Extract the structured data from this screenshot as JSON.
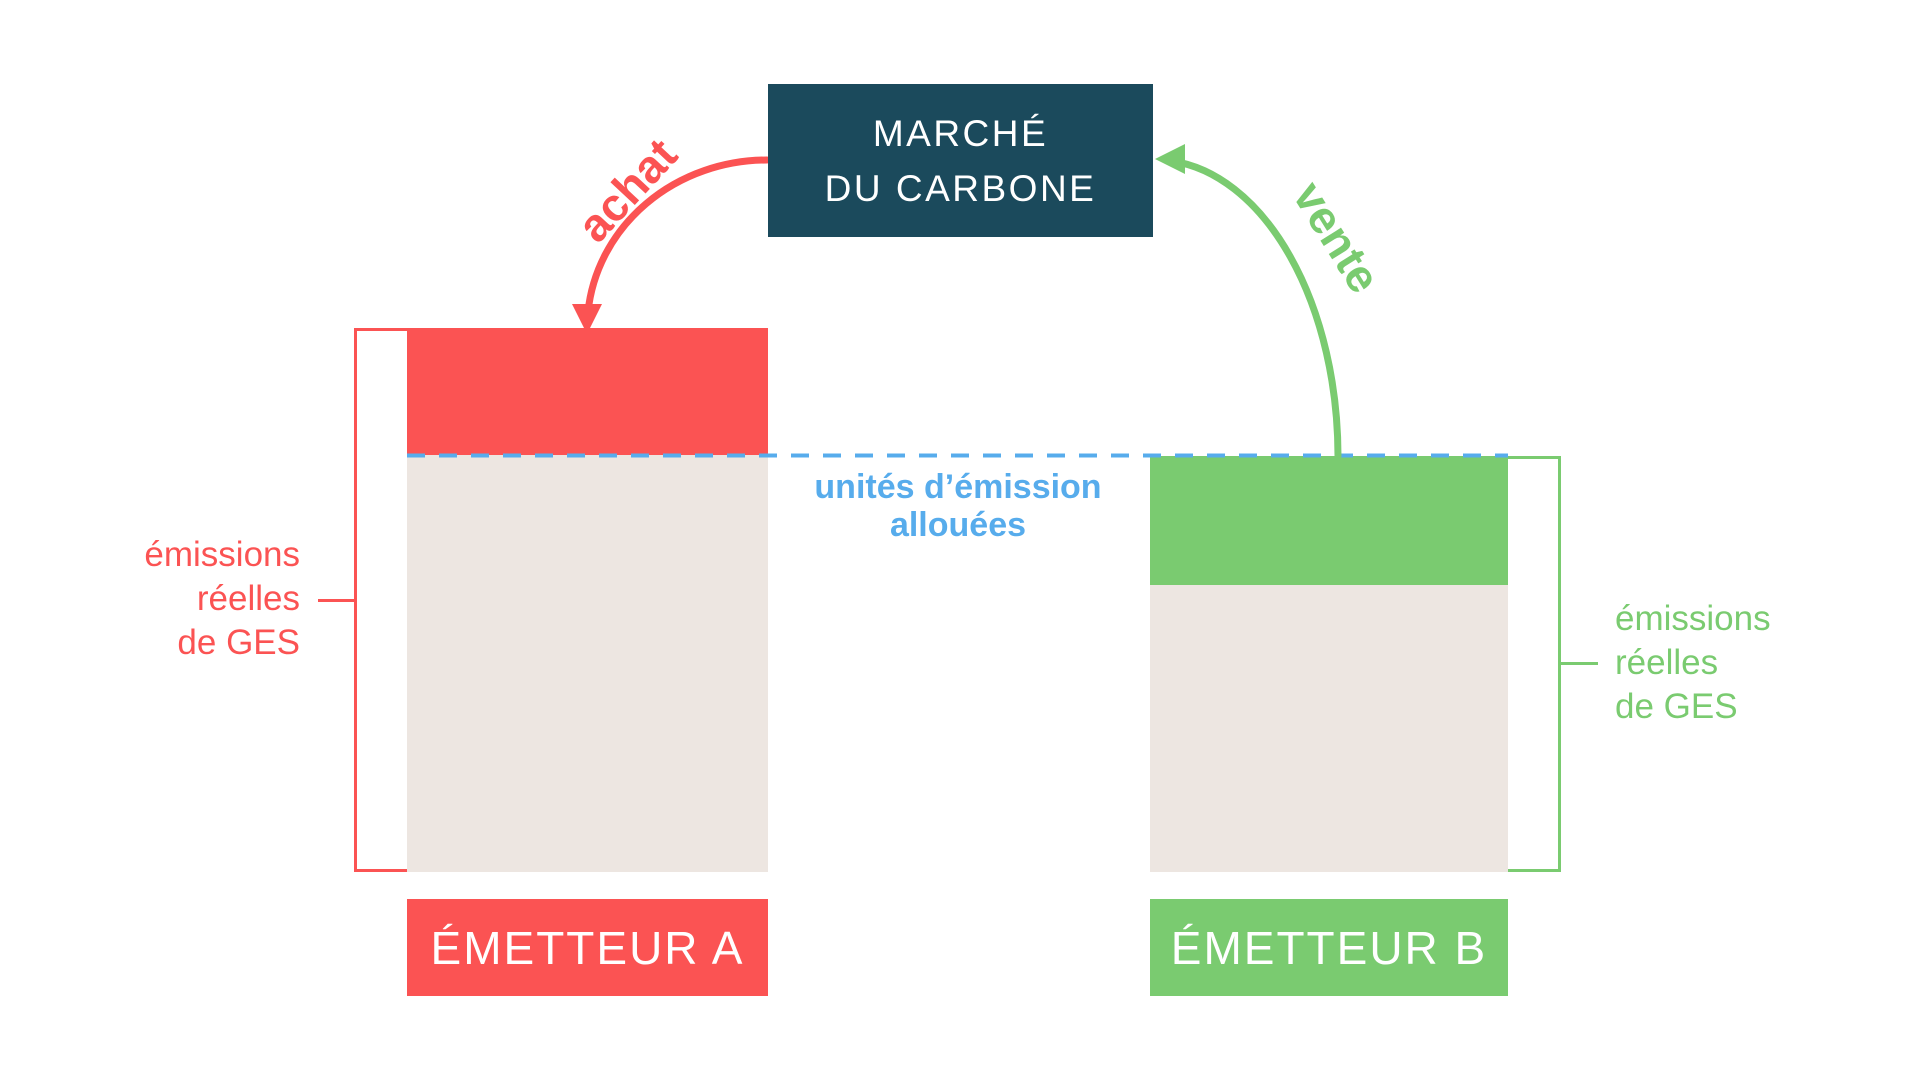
{
  "colors": {
    "red": "#FB5353",
    "green": "#7ACB70",
    "teal": "#1B4A5C",
    "beige": "#EDE6E1",
    "blue": "#57ACEC",
    "white": "#FFFFFF"
  },
  "market_box": {
    "line1": "MARCHÉ",
    "line2": "DU CARBONE"
  },
  "arrows": {
    "buy_label": "achat",
    "sell_label": "vente"
  },
  "allowance": {
    "line1": "unités d’émission",
    "line2": "allouées"
  },
  "emitter_a": {
    "name": "ÉMETTEUR A",
    "bracket": {
      "line1": "émissions",
      "line2": "réelles",
      "line3": "de GES"
    }
  },
  "emitter_b": {
    "name": "ÉMETTEUR B",
    "bracket": {
      "line1": "émissions",
      "line2": "réelles",
      "line3": "de GES"
    }
  }
}
